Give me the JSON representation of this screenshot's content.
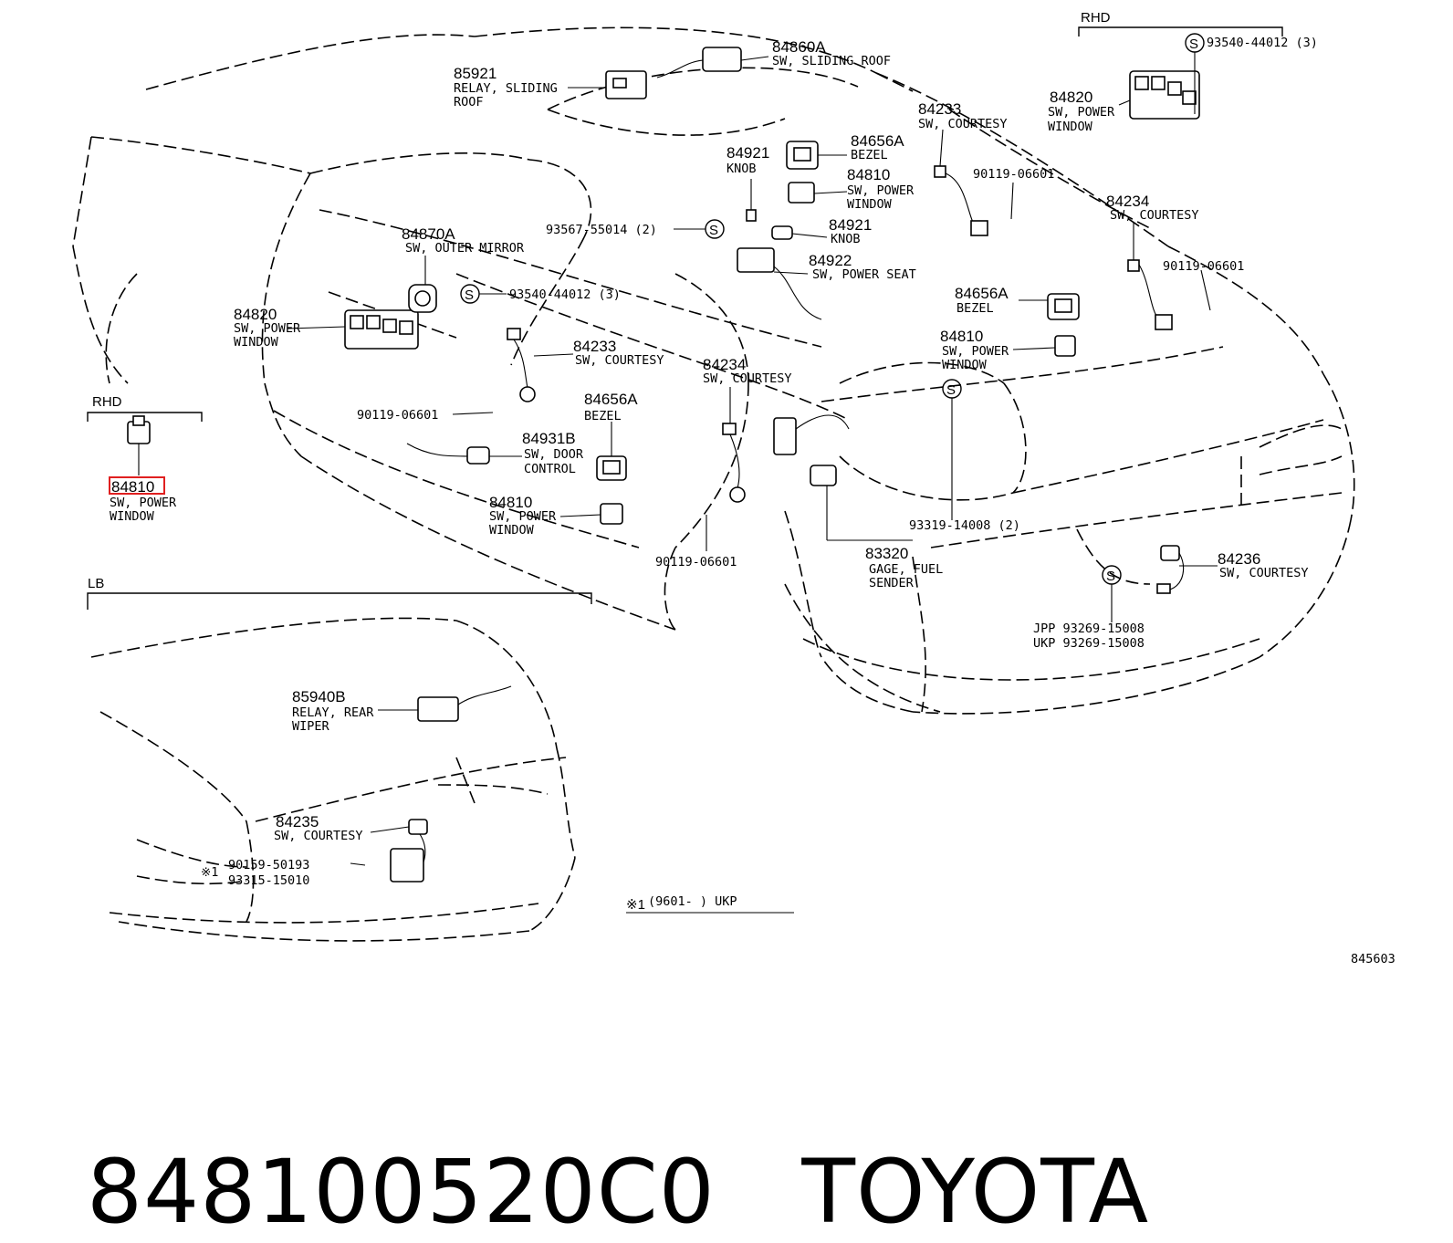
{
  "sections": {
    "rhd_top": "RHD",
    "rhd_left": "RHD",
    "lb": "LB"
  },
  "callouts": {
    "c84860a": {
      "num": "84860A",
      "desc1": "SW, SLIDING ROOF"
    },
    "c85921": {
      "num": "85921",
      "desc1": "RELAY, SLIDING",
      "desc2": "ROOF"
    },
    "c84233_top": {
      "num": "84233",
      "desc1": "SW, COURTESY"
    },
    "c84921_a": {
      "num": "84921",
      "desc1": "KNOB"
    },
    "c84656a_a": {
      "num": "84656A",
      "desc1": "BEZEL"
    },
    "c84810_a": {
      "num": "84810",
      "desc1": "SW, POWER",
      "desc2": "WINDOW"
    },
    "c90119_a": {
      "num": "90119-06601"
    },
    "c84234_top": {
      "num": "84234",
      "desc1": "SW, COURTESY"
    },
    "c84921_b": {
      "num": "84921",
      "desc1": "KNOB"
    },
    "c93567": {
      "num": "93567-55014 (2)"
    },
    "c84870a": {
      "num": "84870A",
      "desc1": "SW, OUTER MIRROR"
    },
    "c84922": {
      "num": "84922",
      "desc1": "SW, POWER SEAT"
    },
    "c90119_b": {
      "num": "90119-06601"
    },
    "c84656a_b": {
      "num": "84656A",
      "desc1": "BEZEL"
    },
    "c84820_left": {
      "num": "84820",
      "desc1": "SW, POWER",
      "desc2": "WINDOW"
    },
    "c93540_left": {
      "num": "93540-44012 (3)"
    },
    "c84810_b": {
      "num": "84810",
      "desc1": "SW, POWER",
      "desc2": "WINDOW"
    },
    "c84233_mid": {
      "num": "84233",
      "desc1": "SW, COURTESY"
    },
    "c84234_mid": {
      "num": "84234",
      "desc1": "SW, COURTESY"
    },
    "c90119_c": {
      "num": "90119-06601"
    },
    "c84656a_c": {
      "num": "84656A",
      "desc1": "BEZEL"
    },
    "c84931b": {
      "num": "84931B",
      "desc1": "SW, DOOR",
      "desc2": "CONTROL"
    },
    "c84810_c": {
      "num": "84810",
      "desc1": "SW, POWER",
      "desc2": "WINDOW"
    },
    "c90119_d": {
      "num": "90119-06601"
    },
    "c93319": {
      "num": "93319-14008 (2)"
    },
    "c83320": {
      "num": "83320",
      "desc1": "GAGE, FUEL",
      "desc2": "SENDER"
    },
    "c84236": {
      "num": "84236",
      "desc1": "SW, COURTESY"
    },
    "c93269_jpp": {
      "num": "JPP 93269-15008"
    },
    "c93269_ukp": {
      "num": "UKP 93269-15008"
    },
    "c84820_rhd": {
      "num": "84820",
      "desc1": "SW, POWER",
      "desc2": "WINDOW"
    },
    "c93540_rhd": {
      "num": "93540-44012 (3)"
    },
    "c84810_rhd": {
      "num": "84810",
      "desc1": "SW, POWER",
      "desc2": "WINDOW"
    },
    "c85940b": {
      "num": "85940B",
      "desc1": "RELAY, REAR",
      "desc2": "WIPER"
    },
    "c84235": {
      "num": "84235",
      "desc1": "SW, COURTESY"
    },
    "c90159": {
      "num": "90159-50193"
    },
    "c93315": {
      "num": "93315-15010"
    },
    "mark1": "※1"
  },
  "note": {
    "mark": "※1",
    "text": "(9601-        ) UKP"
  },
  "illustration_code": "845603",
  "highlighted_part": "84810",
  "footer": {
    "part_number": "848100520C0",
    "brand": "TOYOTA"
  }
}
